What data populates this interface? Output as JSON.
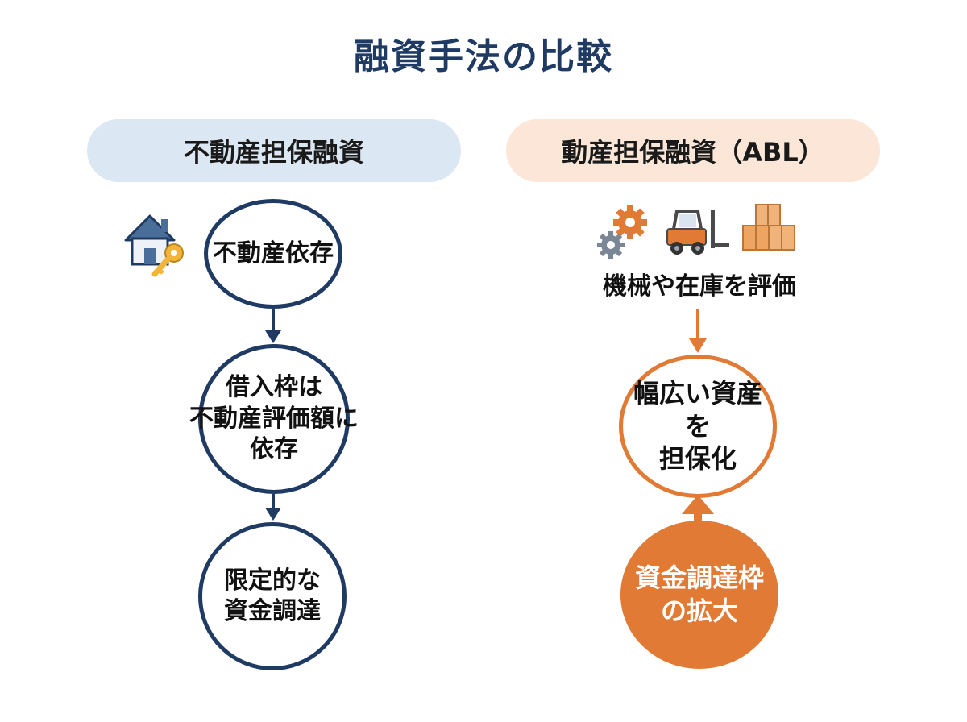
{
  "title": "融資手法の比較",
  "left": {
    "header": "不動産担保融資",
    "step1": "不動産依存",
    "step2_lines": [
      "借入枠は",
      "不動産評価額に",
      "依存"
    ],
    "step3_lines": [
      "限定的な",
      "資金調達"
    ],
    "color": "#1f3a63",
    "icon": "house-key-icon"
  },
  "right": {
    "header": "動産担保融資（ABL）",
    "step1": "機械や在庫を評価",
    "step2_lines": [
      "幅広い資産を",
      "担保化"
    ],
    "step3_lines": [
      "資金調達枠",
      "の拡大"
    ],
    "color": "#e07a34",
    "icons": [
      "gears-icon",
      "forklift-icon",
      "boxes-icon"
    ]
  }
}
